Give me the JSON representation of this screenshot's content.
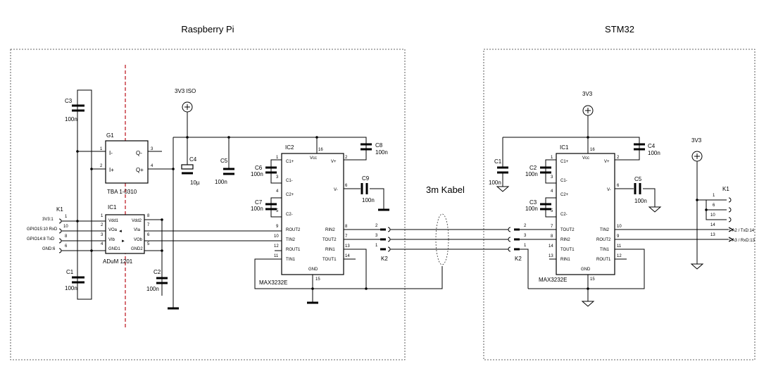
{
  "sections": {
    "left": "Raspberry Pi",
    "right": "STM32"
  },
  "cable": "3m Kabel",
  "rails": {
    "iso": "3V3 ISO",
    "v33_a": "3V3",
    "v33_b": "3V3"
  },
  "conn_k1_left": {
    "ref": "K1",
    "signals": [
      "3V3:1",
      "GPIO15:10 RxD",
      "GPIO14:8 TxD",
      "GND:6"
    ],
    "pins": [
      "1",
      "10",
      "8",
      "6"
    ]
  },
  "conn_k1_right": {
    "ref": "K1",
    "pins": [
      "1",
      "6",
      "10",
      "14",
      "13"
    ],
    "signals": [
      "PA2 / TxD:14",
      "PA3 / RxD:13"
    ]
  },
  "g1": {
    "ref": "G1",
    "part": "TBA 1-0310",
    "pins": {
      "i_minus": "I-",
      "i_plus": "I+",
      "q_minus": "Q-",
      "q_plus": "Q+"
    },
    "nums": [
      "1",
      "2",
      "3",
      "4"
    ]
  },
  "ic1_left": {
    "ref": "IC1",
    "part": "ADuM 1201",
    "left_pins": [
      "Vdd1",
      "VOa",
      "VIb",
      "GND1"
    ],
    "right_pins": [
      "Vdd2",
      "VIa",
      "VOb",
      "GND2"
    ],
    "left_nums": [
      "1",
      "2",
      "3",
      "4"
    ],
    "right_nums": [
      "8",
      "7",
      "6",
      "5"
    ]
  },
  "ic2": {
    "ref": "IC2",
    "part": "MAX3232E",
    "vcc": "Vcc",
    "gnd": "GND",
    "vcc_num": "16",
    "gnd_num": "15",
    "left_pins": [
      "C1+",
      "C1-",
      "C2+",
      "C2-",
      "ROUT2",
      "TIN2",
      "ROUT1",
      "TIN1"
    ],
    "left_nums": [
      "1",
      "3",
      "4",
      "5",
      "9",
      "10",
      "12",
      "11"
    ],
    "right_pins": [
      "V+",
      "V-",
      "RIN2",
      "TOUT2",
      "RIN1",
      "TOUT1"
    ],
    "right_nums": [
      "2",
      "6",
      "8",
      "7",
      "13",
      "14"
    ]
  },
  "ic1_right": {
    "ref": "IC1",
    "part": "MAX3232E",
    "vcc": "Vcc",
    "gnd": "GND",
    "vcc_num": "16",
    "gnd_num": "15",
    "left_pins": [
      "C1+",
      "C1-",
      "C2+",
      "C2-",
      "TOUT2",
      "RIN2",
      "TOUT1",
      "RIN1"
    ],
    "left_nums": [
      "1",
      "3",
      "4",
      "5",
      "7",
      "8",
      "14",
      "13"
    ],
    "right_pins": [
      "V+",
      "V-",
      "TIN2",
      "ROUT2",
      "TIN1",
      "ROUT1"
    ],
    "right_nums": [
      "2",
      "6",
      "10",
      "9",
      "11",
      "12"
    ]
  },
  "k2_left": {
    "ref": "K2",
    "pins": [
      "2",
      "3",
      "1"
    ]
  },
  "k2_right": {
    "ref": "K2",
    "pins": [
      "2",
      "3",
      "1"
    ]
  },
  "caps_left": [
    {
      "ref": "C3",
      "value": "100n"
    },
    {
      "ref": "C1",
      "value": "100n"
    },
    {
      "ref": "C2",
      "value": "100n"
    },
    {
      "ref": "C4",
      "value": "10µ"
    },
    {
      "ref": "C5",
      "value": "100n"
    },
    {
      "ref": "C6",
      "value": "100n"
    },
    {
      "ref": "C7",
      "value": "100n"
    },
    {
      "ref": "C8",
      "value": "100n"
    },
    {
      "ref": "C9",
      "value": "100n"
    }
  ],
  "caps_right": [
    {
      "ref": "C1",
      "value": "100n"
    },
    {
      "ref": "C2",
      "value": "100n"
    },
    {
      "ref": "C3",
      "value": "100n"
    },
    {
      "ref": "C4",
      "value": "100n"
    },
    {
      "ref": "C5",
      "value": "100n"
    }
  ]
}
